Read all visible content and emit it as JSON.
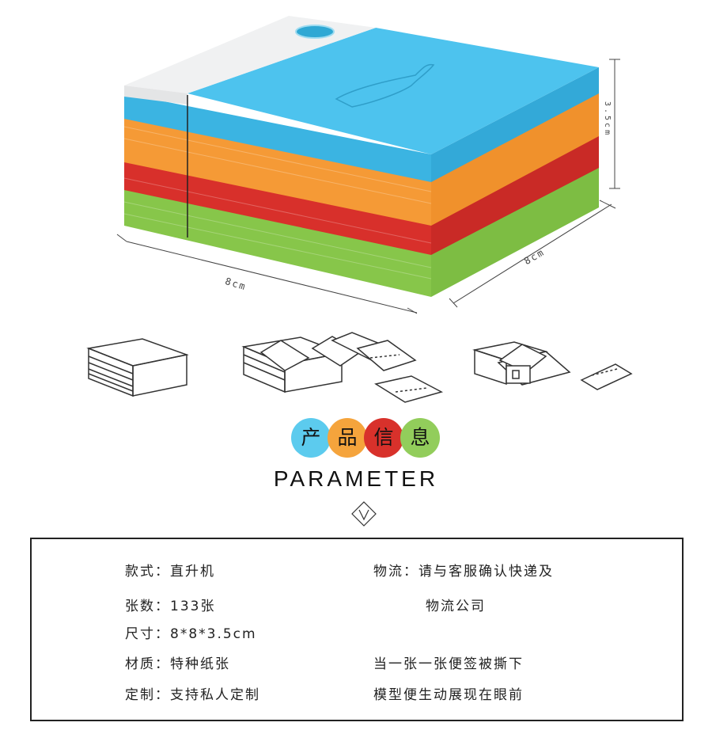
{
  "dimensions": {
    "front_width": "8cm",
    "side_depth": "8cm",
    "height": "3.5cm"
  },
  "layer_colors": [
    "#49c2ec",
    "#f5a03c",
    "#d8302b",
    "#8cc64d"
  ],
  "usage_icons": [
    "closed-block-icon",
    "tearing-sheets-icon",
    "house-model-icon"
  ],
  "section_title": {
    "chars": [
      {
        "text": "产",
        "color": "#5ccbee"
      },
      {
        "text": "品",
        "color": "#f5a43c"
      },
      {
        "text": "信",
        "color": "#d8312b"
      },
      {
        "text": "息",
        "color": "#92cd5b"
      }
    ],
    "english": "PARAMETER"
  },
  "params": {
    "style": {
      "label": "款式：",
      "value": "直升机"
    },
    "sheets": {
      "label": "张数：",
      "value": "133张"
    },
    "size": {
      "label": "尺寸：",
      "value": "8*8*3.5cm"
    },
    "material": {
      "label": "材质：",
      "value": "特种纸张"
    },
    "custom": {
      "label": "定制：",
      "value": "支持私人定制"
    },
    "logistics": {
      "label": "物流：",
      "value": "请与客服确认快递及",
      "value2": "物流公司"
    },
    "desc_line1": "当一张一张便签被撕下",
    "desc_line2": "模型便生动展现在眼前"
  }
}
